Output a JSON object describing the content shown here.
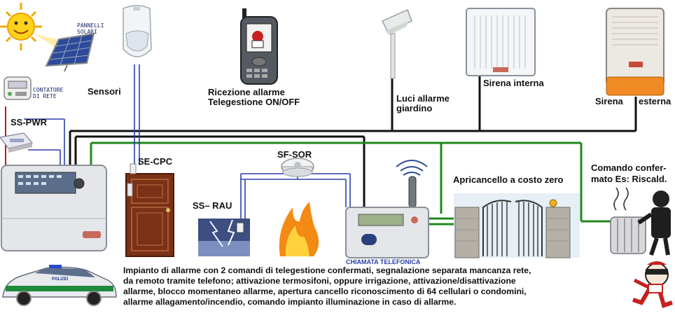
{
  "labels": {
    "pannelli_solari": "PANNELLI\nSOLARI",
    "contatore_di_rete": "CONTATORE\nDI RETE",
    "sensori": "Sensori",
    "ricezione": "Ricezione allarme\nTelegestione ON/OFF",
    "luci": "Luci allarme\ngiardino",
    "sirena_interna": "Sirena interna",
    "sirena_esterna_a": "Sirena",
    "sirena_esterna_b": "esterna",
    "ss_pwr": "SS-PWR",
    "se_cpc": "SE-CPC",
    "sf_sor": "SF-SOR",
    "ss_rau": "SS– RAU",
    "apricancello": "Apricancello a costo zero",
    "comando": "Comando confer-\nmato Es: Riscald.",
    "chiamata": "CHIAMATA TELEFONICA",
    "police": "POLIZEI"
  },
  "caption": "Impianto di allarme con 2 comandi di telegestione confermati, segnalazione separata mancanza rete,\nda remoto tramite telefono; attivazione termosifoni, oppure irrigazione, attivazione/disattivazione\nallarme, blocco momentaneo allarme, apertura cancello riconoscimento di 64 cellulari o condomini,\nallarme allagamento/incendio, comando impianto illuminazione in caso di allarme.",
  "colors": {
    "bus_black": "#111111",
    "bus_green": "#1e8a1e",
    "bus_blue": "#2a3fb0",
    "bus_red": "#c01818"
  }
}
